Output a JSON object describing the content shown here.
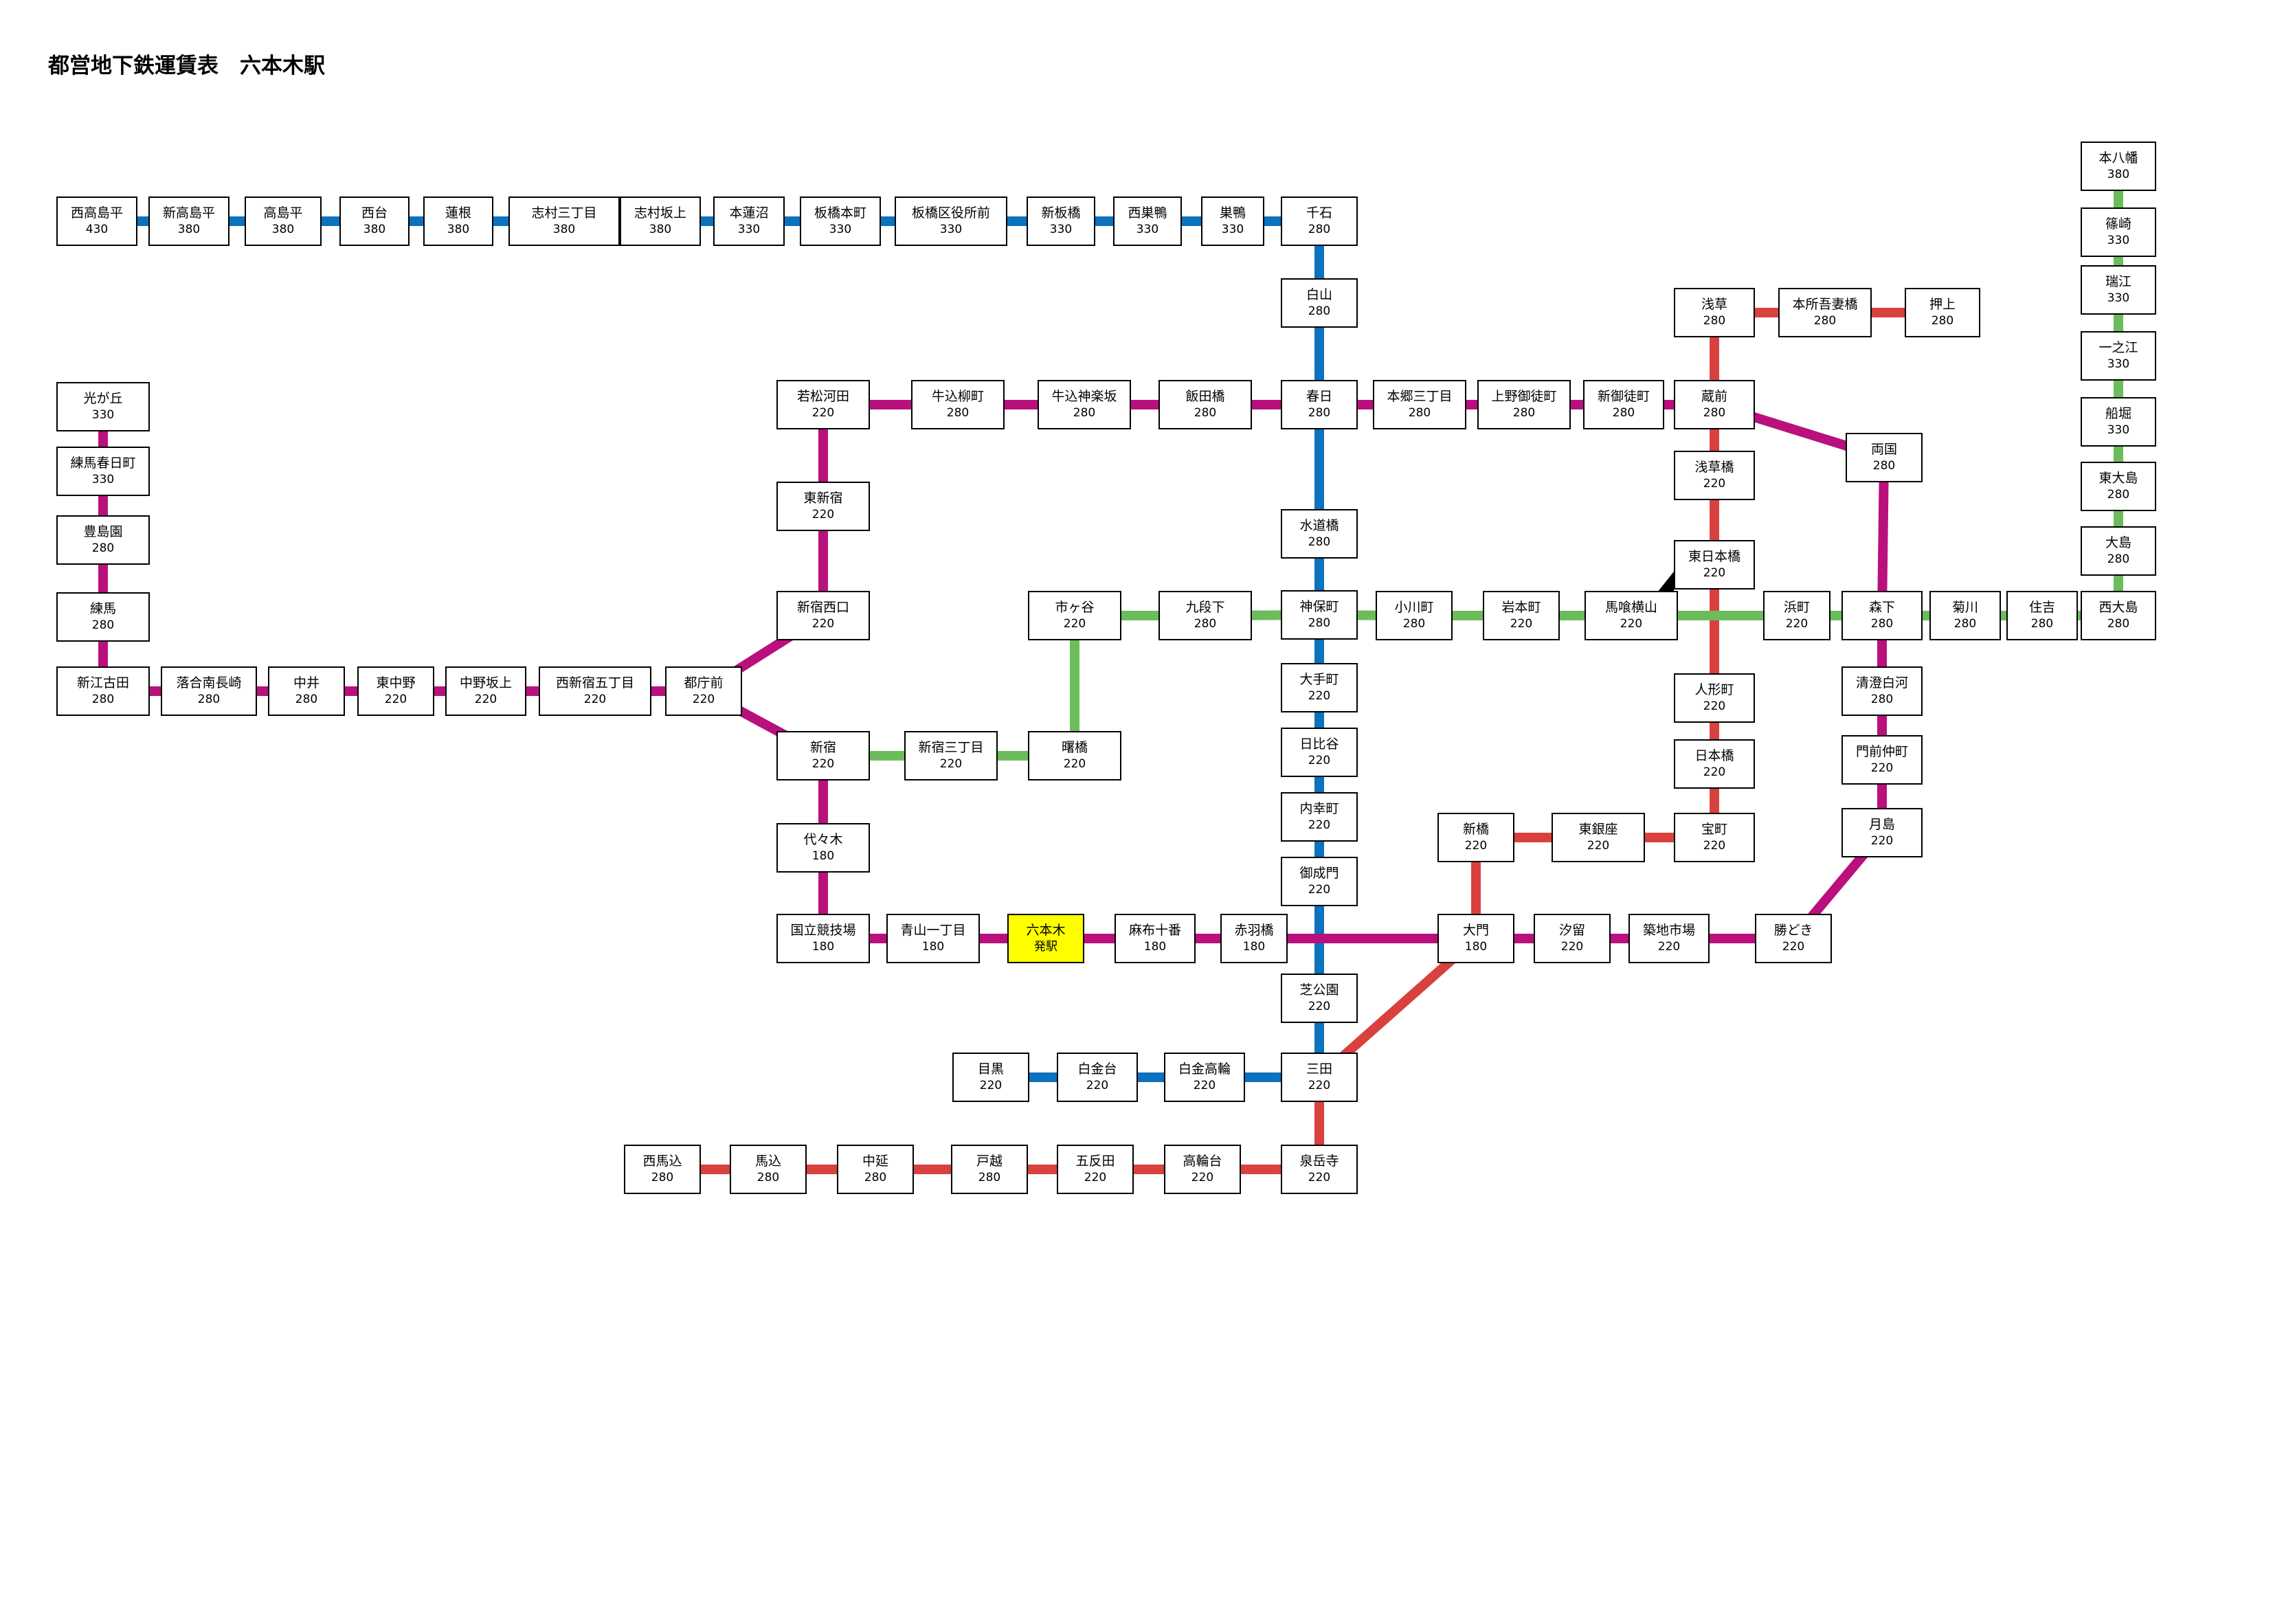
{
  "title": "都営地下鉄運賃表　六本木駅",
  "colors": {
    "asakusa": "#d9413e",
    "mita": "#0b72bd",
    "shinjuku": "#6bbd5b",
    "oedo": "#b9107e",
    "origin_fill": "#ffff00",
    "box_border": "#000000"
  },
  "stations": [
    {
      "id": "nishitakashimadaira",
      "name": "西高島平",
      "fare": "430"
    },
    {
      "id": "shintakashimadaira",
      "name": "新高島平",
      "fare": "380"
    },
    {
      "id": "takashimadaira",
      "name": "高島平",
      "fare": "380"
    },
    {
      "id": "nishidai",
      "name": "西台",
      "fare": "380"
    },
    {
      "id": "hasune",
      "name": "蓮根",
      "fare": "380"
    },
    {
      "id": "shimura3",
      "name": "志村三丁目",
      "fare": "380"
    },
    {
      "id": "shimurasakaue",
      "name": "志村坂上",
      "fare": "380"
    },
    {
      "id": "motohasunuma",
      "name": "本蓮沼",
      "fare": "330"
    },
    {
      "id": "itabashihoncho",
      "name": "板橋本町",
      "fare": "330"
    },
    {
      "id": "itabashikuyakusho",
      "name": "板橋区役所前",
      "fare": "330"
    },
    {
      "id": "shinitabashi",
      "name": "新板橋",
      "fare": "330"
    },
    {
      "id": "nishisugamo",
      "name": "西巣鴨",
      "fare": "330"
    },
    {
      "id": "sugamo",
      "name": "巣鴨",
      "fare": "330"
    },
    {
      "id": "sengoku",
      "name": "千石",
      "fare": "280"
    },
    {
      "id": "hakusan",
      "name": "白山",
      "fare": "280"
    },
    {
      "id": "kasuga",
      "name": "春日",
      "fare": "280"
    },
    {
      "id": "suidobashi",
      "name": "水道橋",
      "fare": "280"
    },
    {
      "id": "jimbocho",
      "name": "神保町",
      "fare": "280"
    },
    {
      "id": "otemachi",
      "name": "大手町",
      "fare": "220"
    },
    {
      "id": "hibiya",
      "name": "日比谷",
      "fare": "220"
    },
    {
      "id": "uchisaiwaicho",
      "name": "内幸町",
      "fare": "220"
    },
    {
      "id": "onarimon",
      "name": "御成門",
      "fare": "220"
    },
    {
      "id": "shibakoen",
      "name": "芝公園",
      "fare": "220"
    },
    {
      "id": "mita",
      "name": "三田",
      "fare": "220"
    },
    {
      "id": "shirokanetakanawa",
      "name": "白金高輪",
      "fare": "220"
    },
    {
      "id": "shirokanedai",
      "name": "白金台",
      "fare": "220"
    },
    {
      "id": "meguro",
      "name": "目黒",
      "fare": "220"
    },
    {
      "id": "sengakuji",
      "name": "泉岳寺",
      "fare": "220"
    },
    {
      "id": "takanawadai",
      "name": "高輪台",
      "fare": "220"
    },
    {
      "id": "gotanda",
      "name": "五反田",
      "fare": "220"
    },
    {
      "id": "togoshi",
      "name": "戸越",
      "fare": "280"
    },
    {
      "id": "nakanobu",
      "name": "中延",
      "fare": "280"
    },
    {
      "id": "magome",
      "name": "馬込",
      "fare": "280"
    },
    {
      "id": "nishimagome",
      "name": "西馬込",
      "fare": "280"
    },
    {
      "id": "daimon",
      "name": "大門",
      "fare": "180"
    },
    {
      "id": "shimbashi",
      "name": "新橋",
      "fare": "220"
    },
    {
      "id": "higashiginza",
      "name": "東銀座",
      "fare": "220"
    },
    {
      "id": "takaracho",
      "name": "宝町",
      "fare": "220"
    },
    {
      "id": "nihombashi",
      "name": "日本橋",
      "fare": "220"
    },
    {
      "id": "ningyocho",
      "name": "人形町",
      "fare": "220"
    },
    {
      "id": "higashinihombashi",
      "name": "東日本橋",
      "fare": "220"
    },
    {
      "id": "asakusabashi",
      "name": "浅草橋",
      "fare": "220"
    },
    {
      "id": "kuramae",
      "name": "蔵前",
      "fare": "280"
    },
    {
      "id": "asakusa",
      "name": "浅草",
      "fare": "280"
    },
    {
      "id": "honjoazumabashi",
      "name": "本所吾妻橋",
      "fare": "280"
    },
    {
      "id": "oshiage",
      "name": "押上",
      "fare": "280"
    },
    {
      "id": "motoyawata",
      "name": "本八幡",
      "fare": "380"
    },
    {
      "id": "shinozaki",
      "name": "篠崎",
      "fare": "330"
    },
    {
      "id": "mizue",
      "name": "瑞江",
      "fare": "330"
    },
    {
      "id": "ichinoe",
      "name": "一之江",
      "fare": "330"
    },
    {
      "id": "funabori",
      "name": "船堀",
      "fare": "330"
    },
    {
      "id": "higashiojima",
      "name": "東大島",
      "fare": "280"
    },
    {
      "id": "ojima",
      "name": "大島",
      "fare": "280"
    },
    {
      "id": "nishiojima",
      "name": "西大島",
      "fare": "280"
    },
    {
      "id": "sumiyoshi",
      "name": "住吉",
      "fare": "280"
    },
    {
      "id": "kikukawa",
      "name": "菊川",
      "fare": "280"
    },
    {
      "id": "morishita",
      "name": "森下",
      "fare": "280"
    },
    {
      "id": "hamacho",
      "name": "浜町",
      "fare": "220"
    },
    {
      "id": "bakuroyokoyama",
      "name": "馬喰横山",
      "fare": "220"
    },
    {
      "id": "iwamotocho",
      "name": "岩本町",
      "fare": "220"
    },
    {
      "id": "ogawamachi",
      "name": "小川町",
      "fare": "280"
    },
    {
      "id": "kudanshita",
      "name": "九段下",
      "fare": "280"
    },
    {
      "id": "ichigaya",
      "name": "市ヶ谷",
      "fare": "220"
    },
    {
      "id": "akebonobashi",
      "name": "曙橋",
      "fare": "220"
    },
    {
      "id": "shinjuku3",
      "name": "新宿三丁目",
      "fare": "220"
    },
    {
      "id": "shinjuku",
      "name": "新宿",
      "fare": "220"
    },
    {
      "id": "hikarigaoka",
      "name": "光が丘",
      "fare": "330"
    },
    {
      "id": "nerimakasugacho",
      "name": "練馬春日町",
      "fare": "330"
    },
    {
      "id": "toshimaen",
      "name": "豊島園",
      "fare": "280"
    },
    {
      "id": "nerima",
      "name": "練馬",
      "fare": "280"
    },
    {
      "id": "shinegota",
      "name": "新江古田",
      "fare": "280"
    },
    {
      "id": "ochiaiminaminagasaki",
      "name": "落合南長崎",
      "fare": "280"
    },
    {
      "id": "nakai",
      "name": "中井",
      "fare": "280"
    },
    {
      "id": "higashinakano",
      "name": "東中野",
      "fare": "220"
    },
    {
      "id": "nakanosakaue",
      "name": "中野坂上",
      "fare": "220"
    },
    {
      "id": "nishishinjuku5",
      "name": "西新宿五丁目",
      "fare": "220"
    },
    {
      "id": "tochomae",
      "name": "都庁前",
      "fare": "220"
    },
    {
      "id": "shinjukunishiguchi",
      "name": "新宿西口",
      "fare": "220"
    },
    {
      "id": "higashishinjuku",
      "name": "東新宿",
      "fare": "220"
    },
    {
      "id": "wakamatsukawada",
      "name": "若松河田",
      "fare": "220"
    },
    {
      "id": "ushigomeyanagicho",
      "name": "牛込柳町",
      "fare": "280"
    },
    {
      "id": "ushigomekagurazaka",
      "name": "牛込神楽坂",
      "fare": "280"
    },
    {
      "id": "iidabashi",
      "name": "飯田橋",
      "fare": "280"
    },
    {
      "id": "hongo3",
      "name": "本郷三丁目",
      "fare": "280"
    },
    {
      "id": "uenookachimachi",
      "name": "上野御徒町",
      "fare": "280"
    },
    {
      "id": "shinokachimachi",
      "name": "新御徒町",
      "fare": "280"
    },
    {
      "id": "ryogoku",
      "name": "両国",
      "fare": "280"
    },
    {
      "id": "kiyosumishirakawa",
      "name": "清澄白河",
      "fare": "280"
    },
    {
      "id": "monzennakacho",
      "name": "門前仲町",
      "fare": "220"
    },
    {
      "id": "tsukishima",
      "name": "月島",
      "fare": "220"
    },
    {
      "id": "kachidoki",
      "name": "勝どき",
      "fare": "220"
    },
    {
      "id": "tsukijishijo",
      "name": "築地市場",
      "fare": "220"
    },
    {
      "id": "shiodome",
      "name": "汐留",
      "fare": "220"
    },
    {
      "id": "akabanebashi",
      "name": "赤羽橋",
      "fare": "180"
    },
    {
      "id": "azabujuban",
      "name": "麻布十番",
      "fare": "180"
    },
    {
      "id": "roppongi",
      "name": "六本木",
      "fare": "発駅",
      "origin": true
    },
    {
      "id": "aoyamaitchome",
      "name": "青山一丁目",
      "fare": "180"
    },
    {
      "id": "kokuritsukyogijo",
      "name": "国立競技場",
      "fare": "180"
    },
    {
      "id": "yoyogi",
      "name": "代々木",
      "fare": "180"
    }
  ]
}
